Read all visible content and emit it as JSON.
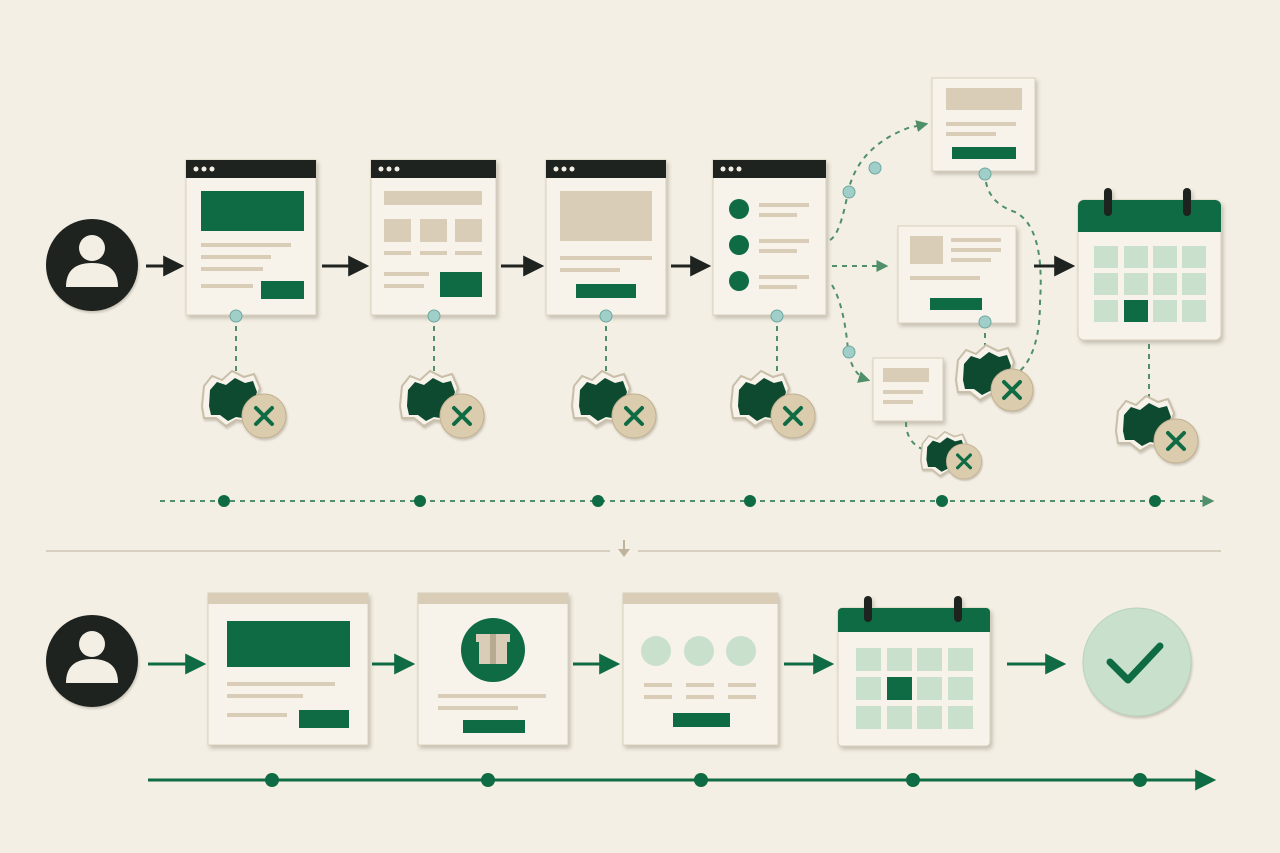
{
  "colors": {
    "background": "#f4efe4",
    "card": "#f7f3ea",
    "card_border": "#d8cfbd",
    "dark": "#1e2320",
    "green": "#0f6b43",
    "dark_green": "#0d4a2f",
    "mint": "#c9e0cc",
    "tan": "#d9cdb8",
    "teal_dot": "#9fcfc8",
    "divider": "#d9cfbe"
  },
  "icons": {
    "user": "user-icon",
    "broken_step": "torn-hole-cross-icon",
    "calendar": "calendar-icon",
    "box": "package-icon",
    "success": "checkmark-icon"
  },
  "flows": [
    {
      "name": "fragmented-flow",
      "line_style": "dashed",
      "steps": [
        "user",
        "hero-screen",
        "grid-screen",
        "image-screen",
        "list-screen",
        "branch-screens",
        "calendar"
      ],
      "drop_offs": 7
    },
    {
      "name": "streamlined-flow",
      "line_style": "solid",
      "steps": [
        "user",
        "hero-screen",
        "product-screen",
        "options-screen",
        "calendar",
        "success"
      ],
      "drop_offs": 0
    }
  ]
}
